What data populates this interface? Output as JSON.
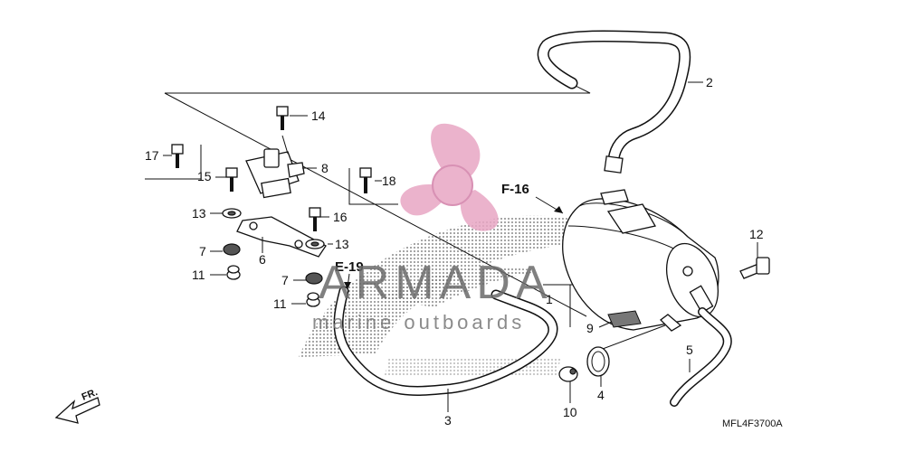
{
  "parts": [
    {
      "id": "p1",
      "label": "1"
    },
    {
      "id": "p2",
      "label": "2"
    },
    {
      "id": "p3",
      "label": "3"
    },
    {
      "id": "p4",
      "label": "4"
    },
    {
      "id": "p5",
      "label": "5"
    },
    {
      "id": "p6",
      "label": "6"
    },
    {
      "id": "p7a",
      "label": "7"
    },
    {
      "id": "p7b",
      "label": "7"
    },
    {
      "id": "p8",
      "label": "8"
    },
    {
      "id": "p9",
      "label": "9"
    },
    {
      "id": "p10",
      "label": "10"
    },
    {
      "id": "p11a",
      "label": "11"
    },
    {
      "id": "p11b",
      "label": "11"
    },
    {
      "id": "p12",
      "label": "12"
    },
    {
      "id": "p13a",
      "label": "13"
    },
    {
      "id": "p13b",
      "label": "13"
    },
    {
      "id": "p14",
      "label": "14"
    },
    {
      "id": "p15",
      "label": "15"
    },
    {
      "id": "p16",
      "label": "16"
    },
    {
      "id": "p17",
      "label": "17"
    },
    {
      "id": "p18",
      "label": "18"
    }
  ],
  "references": {
    "f16": "F-16",
    "e19": "E-19"
  },
  "front_marker": "FR.",
  "diagram_code": "MFL4F3700A",
  "watermark": {
    "brand": "ARMADA",
    "tagline": "marine outboards",
    "logo_color": "#e8a6c4",
    "logo_dark": "#d27ea8",
    "text_color": "#6a6a6a"
  },
  "colors": {
    "line": "#111111",
    "background": "#ffffff"
  }
}
